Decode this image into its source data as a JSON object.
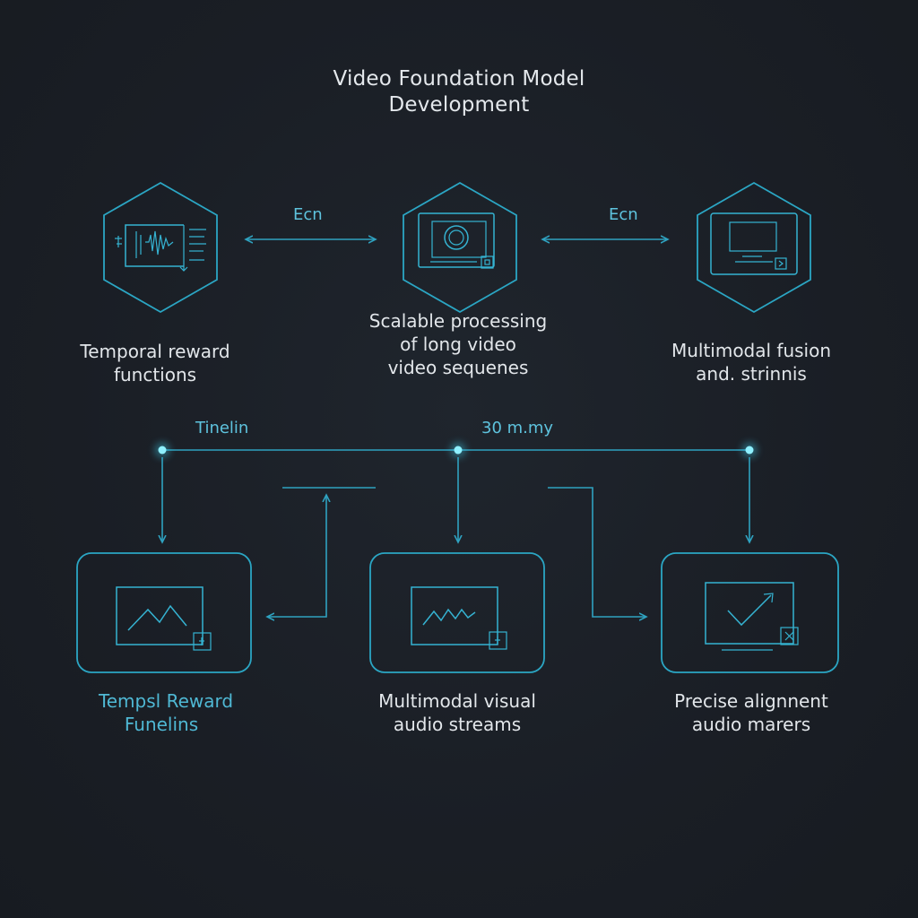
{
  "title": {
    "line1": "Video Foundation Model",
    "line2": "Development"
  },
  "top_row": {
    "connectors": [
      "Ecn",
      "Ecn"
    ],
    "nodes": [
      {
        "line1": "Temporal reward",
        "line2": "functions",
        "line3": ""
      },
      {
        "line1": "Scalable processing",
        "line2": "of long  video",
        "line3": "video sequenes"
      },
      {
        "line1": "Multimodal fusion",
        "line2": "and. strinnis",
        "line3": ""
      }
    ]
  },
  "timeline": {
    "label_left": "Tinelin",
    "label_mid": "30 m.my"
  },
  "bottom_row": {
    "nodes": [
      {
        "line1": "Tempsl Reward",
        "line2": "Funelins"
      },
      {
        "line1": "Multimodal visual",
        "line2": "audio streams"
      },
      {
        "line1": "Precise alignnent",
        "line2": "audio marers"
      }
    ]
  },
  "colors": {
    "background": "#1a1f26",
    "accent": "#2ba6c4",
    "glow": "#8ff0ff",
    "text": "#e2e6ea"
  }
}
